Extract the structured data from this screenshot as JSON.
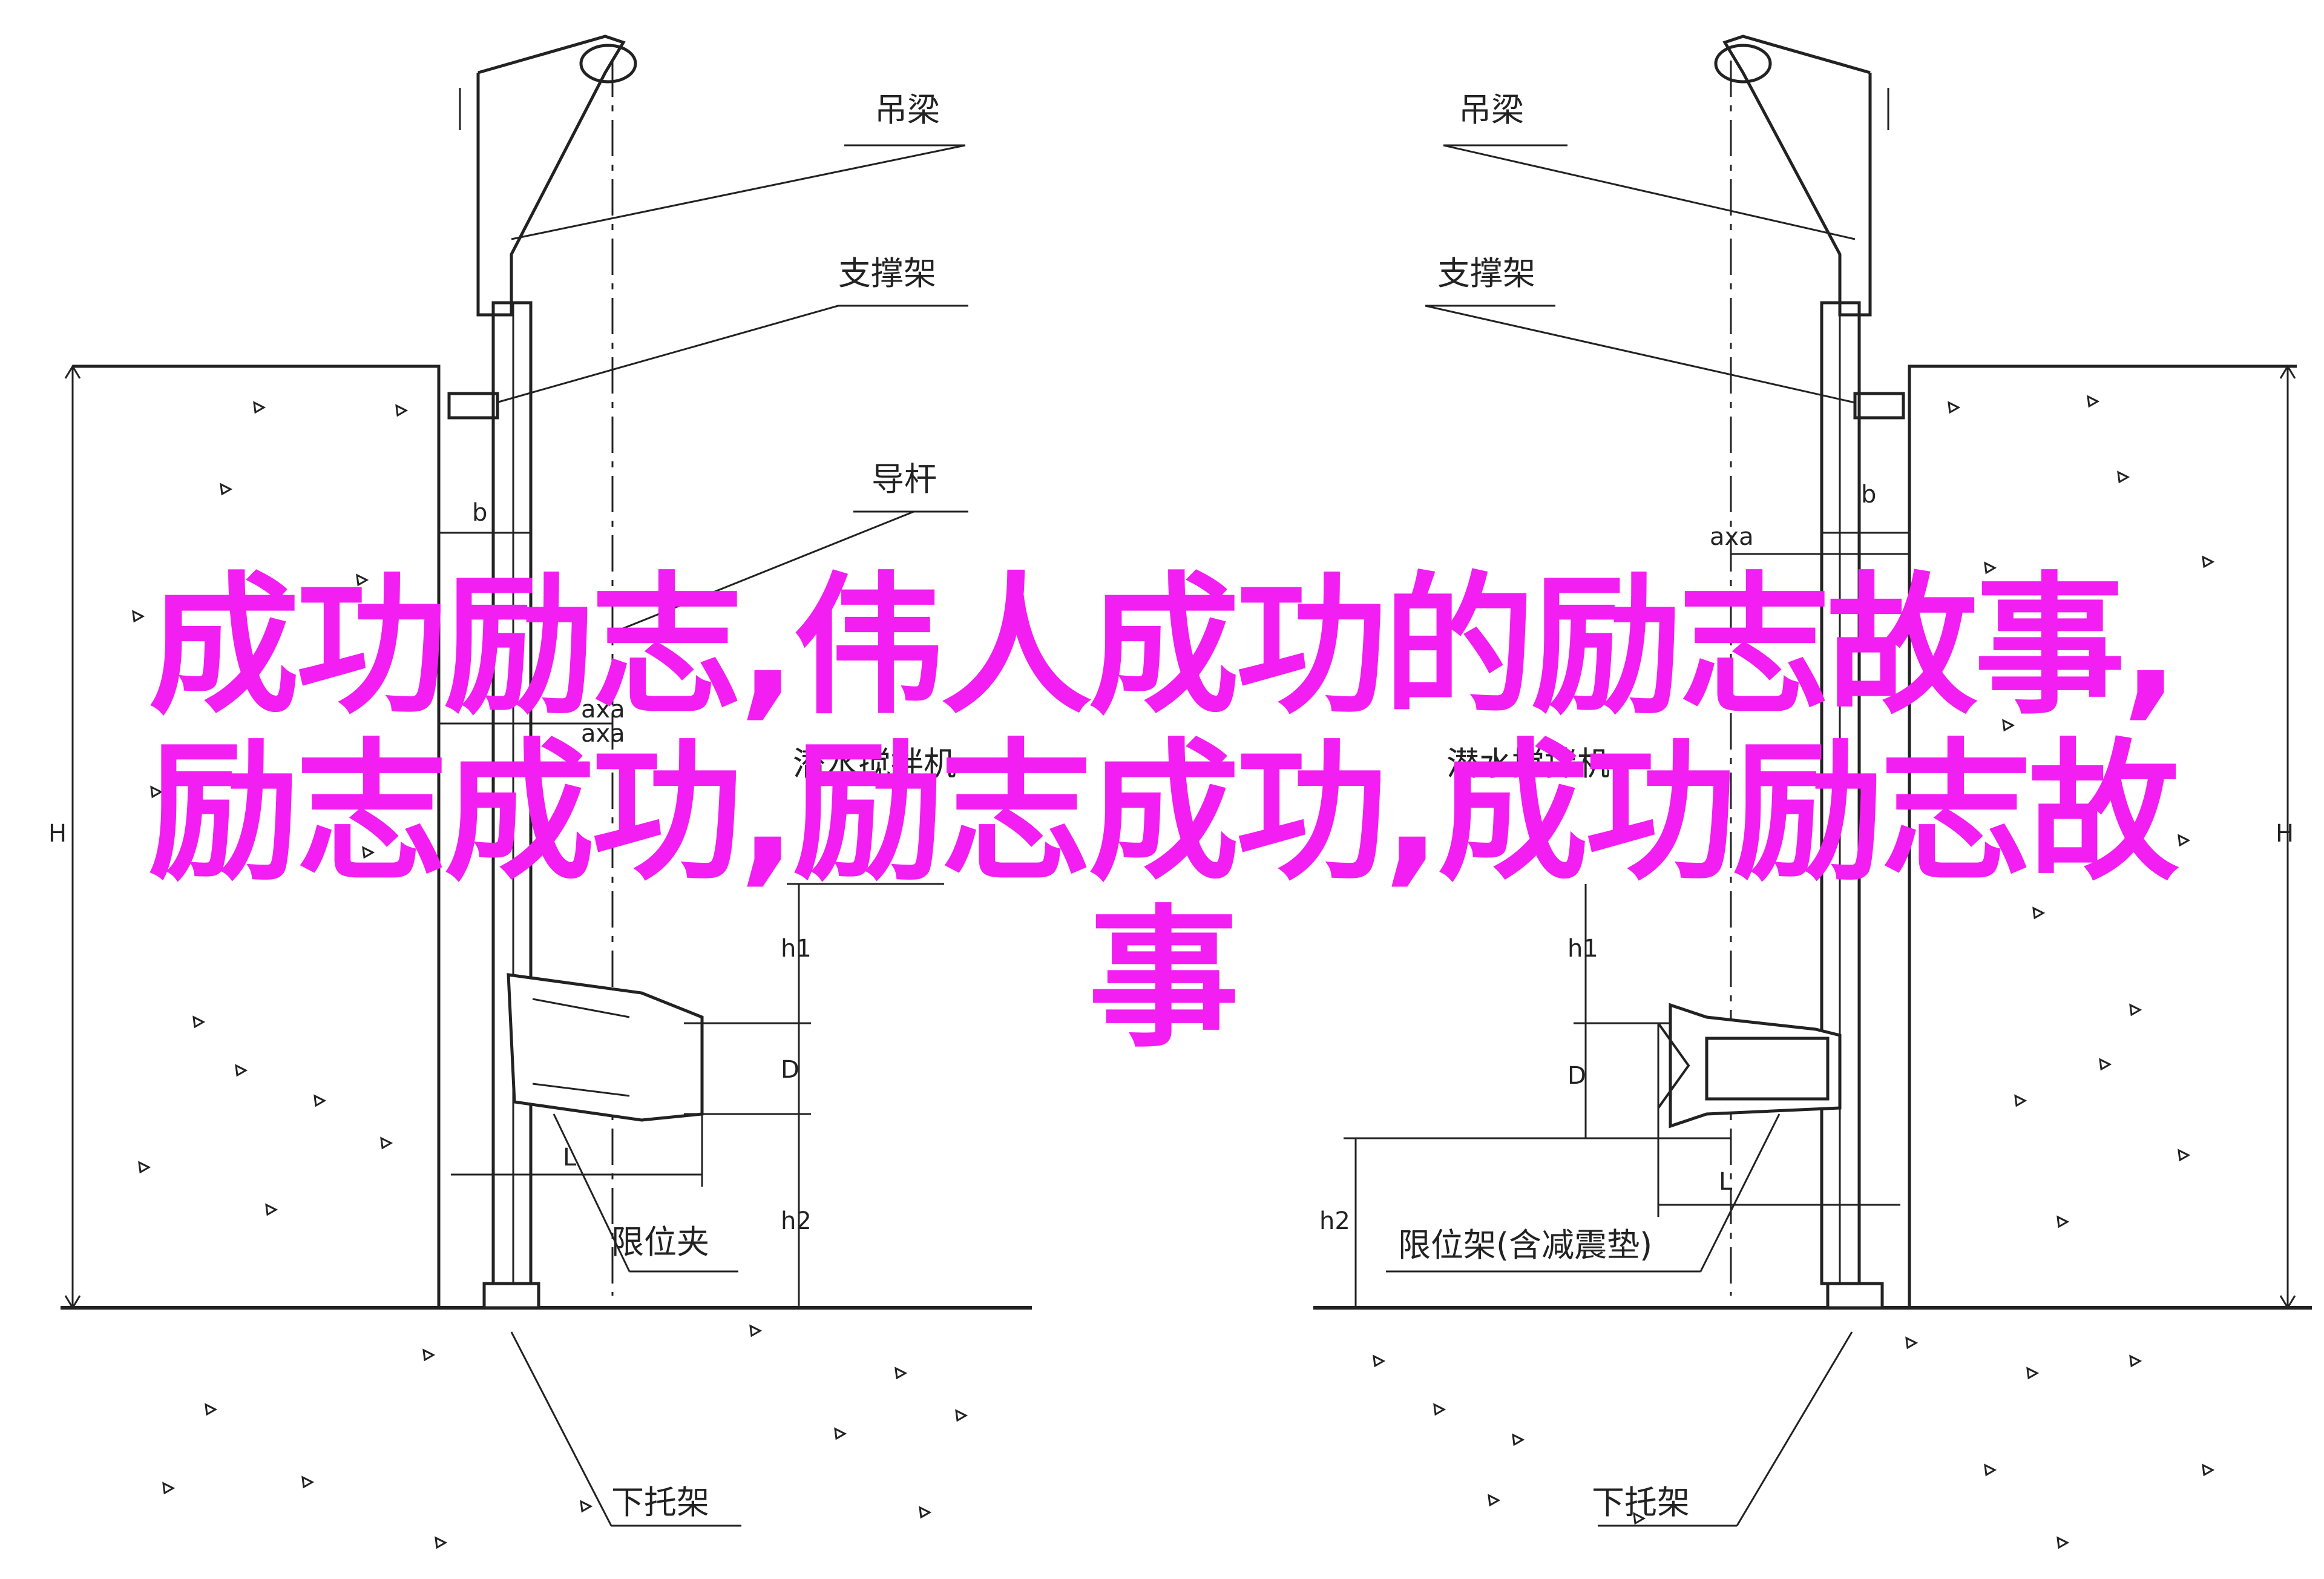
{
  "left": {
    "labels": {
      "beam": "吊梁",
      "brace": "支撑架",
      "guide": "导杆",
      "mixer": "潜水搅拌机",
      "clamp": "限位夹",
      "bracket": "下托架"
    },
    "dims": {
      "b": "b",
      "axa": "axa",
      "axa2": "axa",
      "h1": "h1",
      "D": "D",
      "L": "L",
      "h2": "h2",
      "H": "H"
    }
  },
  "right": {
    "labels": {
      "beam": "吊梁",
      "brace": "支撑架",
      "mixer": "潜水搅拌机",
      "frame": "限位架(含减震垫)",
      "bracket": "下托架"
    },
    "dims": {
      "b": "b",
      "axa": "axa",
      "h1": "h1",
      "D": "D",
      "L": "L",
      "h2": "h2",
      "H": "H"
    }
  },
  "overlay": {
    "line1": "成功励志,伟人成功的励志故事,",
    "line2": "励志成功,励志成功,成功励志故",
    "line3": "事",
    "color": "#f21ef2"
  }
}
